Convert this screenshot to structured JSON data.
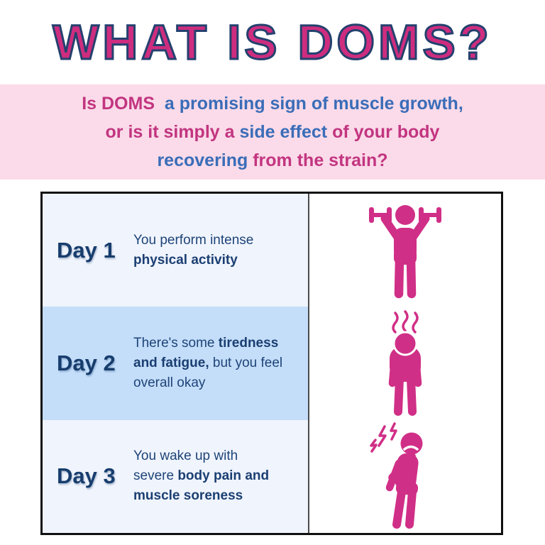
{
  "page": {
    "title": "WHAT IS DOMS?"
  },
  "colors": {
    "title_magenta": "#ce2d7f",
    "title_outline_navy": "#24416f",
    "subtitle_pink": "#c23580",
    "subtitle_blue": "#3a6db8",
    "banner_background": "#fbdbe9",
    "row_light_blue": "#f0f4fd",
    "row_medium_blue": "#c4defa",
    "table_text_navy": "#1e4478",
    "icon_magenta": "#d02f87"
  },
  "subtitle": {
    "line1_pink": "Is DOMS ",
    "line1_blue": " a promising sign of muscle growth,",
    "line2_pink_a": "or is it simply a ",
    "line2_blue": "side effect ",
    "line2_pink_b": "of your body",
    "line3_blue": "recovering ",
    "line3_pink": "from the strain?"
  },
  "table": {
    "rows": [
      {
        "day": "Day 1",
        "desc_pre": "You perform intense\n",
        "desc_bold": "physical activity",
        "desc_post": "",
        "icon": "weightlifting-person-icon"
      },
      {
        "day": "Day 2",
        "desc_pre": "There's some ",
        "desc_bold": "tiredness\nand fatigue,",
        "desc_post": " but you feel\noverall okay",
        "icon": "tired-person-steam-icon"
      },
      {
        "day": "Day 3",
        "desc_pre": "You wake up with\nsevere ",
        "desc_bold": "body pain and\nmuscle soreness",
        "desc_post": "",
        "icon": "shoulder-pain-person-icon"
      }
    ]
  }
}
